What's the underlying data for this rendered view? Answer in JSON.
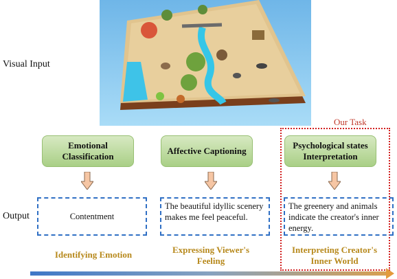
{
  "labels": {
    "visual_input": "Visual Input",
    "output": "Output",
    "our_task": "Our Task"
  },
  "tasks": [
    {
      "title": "Emotional Classification",
      "output_text": "Contentment",
      "caption": "Identifying Emotion"
    },
    {
      "title": "Affective Captioning",
      "output_text": "The beautiful idyllic scenery makes me feel peaceful.",
      "caption": "Expressing Viewer's Feeling"
    },
    {
      "title": "Psychological states Interpretation",
      "output_text": "The greenery and animals indicate the creator's inner energy.",
      "caption": "Interpreting Creator's Inner World"
    }
  ],
  "colors": {
    "task_fill": "#a9cf86",
    "output_border": "#2f6fc4",
    "caption": "#b7891c",
    "our_task_frame": "#d21f1f",
    "arrow": "#f6c6a4"
  }
}
